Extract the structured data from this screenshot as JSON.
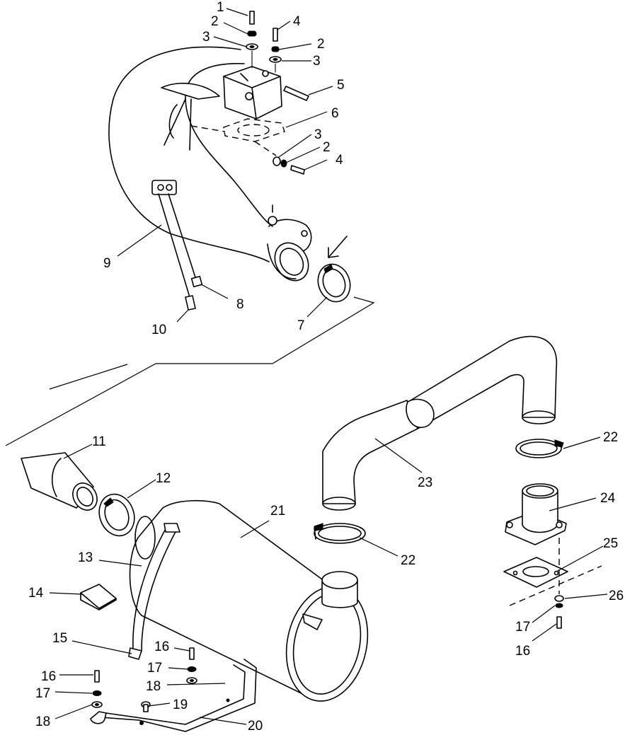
{
  "labels": {
    "p1": "1",
    "p2a": "2",
    "p2b": "2",
    "p2c": "2",
    "p3a": "3",
    "p3b": "3",
    "p3c": "3",
    "p4a": "4",
    "p4b": "4",
    "p5": "5",
    "p6": "6",
    "p7": "7",
    "p8": "8",
    "p9": "9",
    "p10": "10",
    "p11": "11",
    "p12": "12",
    "p13": "13",
    "p14": "14",
    "p15": "15",
    "p16a": "16",
    "p16b": "16",
    "p16c": "16",
    "p17a": "17",
    "p17b": "17",
    "p17c": "17",
    "p18a": "18",
    "p18b": "18",
    "p19": "19",
    "p20": "20",
    "p21": "21",
    "p22a": "22",
    "p22b": "22",
    "p23": "23",
    "p24": "24",
    "p25": "25",
    "p26": "26"
  }
}
